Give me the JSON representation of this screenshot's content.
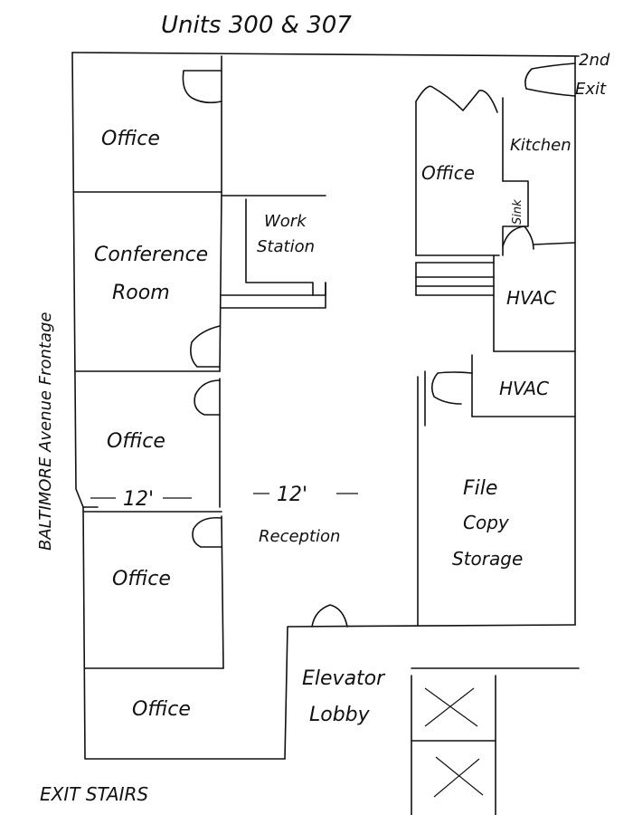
{
  "title": "Units 300 & 307",
  "exit_label": {
    "line1": "2nd",
    "line2": "Exit"
  },
  "frontage_label": "BALTIMORE Avenue Frontage",
  "exit_stairs_label": "EXIT STAIRS",
  "rooms": {
    "office_1": "Office",
    "conference_line1": "Conference",
    "conference_line2": "Room",
    "work_station_line1": "Work",
    "work_station_line2": "Station",
    "office_3": "Office",
    "office_4": "Office",
    "office_5": "Office",
    "office_east": "Office",
    "kitchen": "Kitchen",
    "sink": "Sink",
    "hvac_1": "HVAC",
    "hvac_2": "HVAC",
    "file_line1": "File",
    "file_line2": "Copy",
    "file_line3": "Storage",
    "reception": "Reception",
    "elevator_line1": "Elevator",
    "elevator_line2": "Lobby"
  },
  "dimensions": {
    "office_width": "12'",
    "corridor_width": "12'"
  }
}
